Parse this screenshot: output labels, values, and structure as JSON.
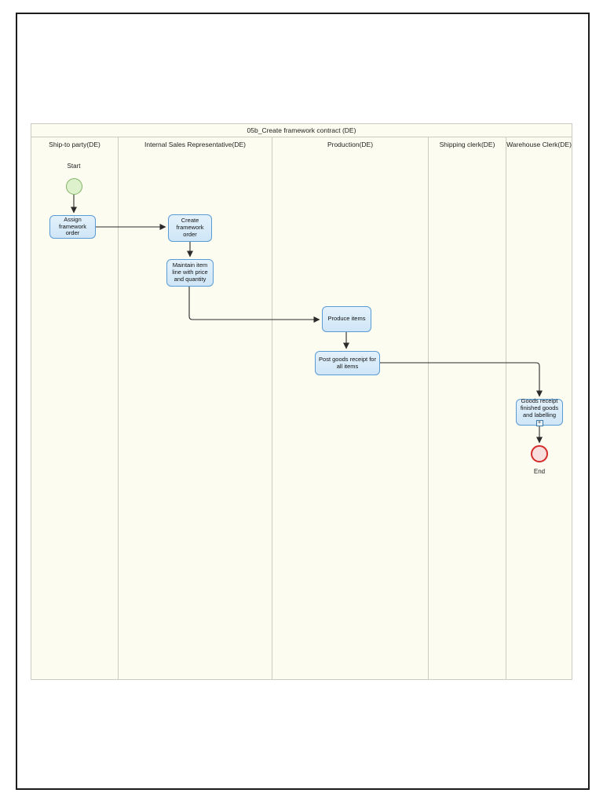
{
  "pool": {
    "title": "05b_Create framework contract (DE)",
    "lanes": [
      {
        "label": "Ship-to party(DE)"
      },
      {
        "label": "Internal Sales Representative(DE)"
      },
      {
        "label": "Production(DE)"
      },
      {
        "label": "Shipping clerk(DE)"
      },
      {
        "label": "Warehouse Clerk(DE)"
      }
    ]
  },
  "nodes": {
    "start_event": {
      "label": "Start",
      "type": "start-event"
    },
    "task_assign": {
      "label": "Assign framework order",
      "lane": "Ship-to party(DE)"
    },
    "task_create": {
      "label": "Create framework order",
      "lane": "Internal Sales Representative(DE)"
    },
    "task_maintain": {
      "label": "Maintain item line with price and quantity",
      "lane": "Internal Sales Representative(DE)"
    },
    "task_produce": {
      "label": "Produce items",
      "lane": "Production(DE)"
    },
    "task_post_goods_receipt": {
      "label": "Post goods receipt for all items",
      "lane": "Production(DE)"
    },
    "task_goods_receipt_finished": {
      "label": "Goods receipt finished goods and labelling",
      "lane": "Warehouse Clerk(DE)",
      "subprocess_marker": "+"
    },
    "end_event": {
      "label": "End",
      "type": "end-event"
    }
  },
  "flows": [
    {
      "from": "start_event",
      "to": "task_assign"
    },
    {
      "from": "task_assign",
      "to": "task_create"
    },
    {
      "from": "task_create",
      "to": "task_maintain"
    },
    {
      "from": "task_maintain",
      "to": "task_produce"
    },
    {
      "from": "task_produce",
      "to": "task_post_goods_receipt"
    },
    {
      "from": "task_post_goods_receipt",
      "to": "task_goods_receipt_finished"
    },
    {
      "from": "task_goods_receipt_finished",
      "to": "end_event"
    }
  ],
  "colors": {
    "task_fill": "#cfe6f7",
    "task_border": "#5b9bd5",
    "start_fill": "#ddf2cc",
    "start_border": "#82b366",
    "end_fill": "#f9dede",
    "end_border": "#d42a2a",
    "pool_background": "#fdfcf0",
    "pool_border": "#cccbc0",
    "flow_color": "#2a2a2a"
  }
}
